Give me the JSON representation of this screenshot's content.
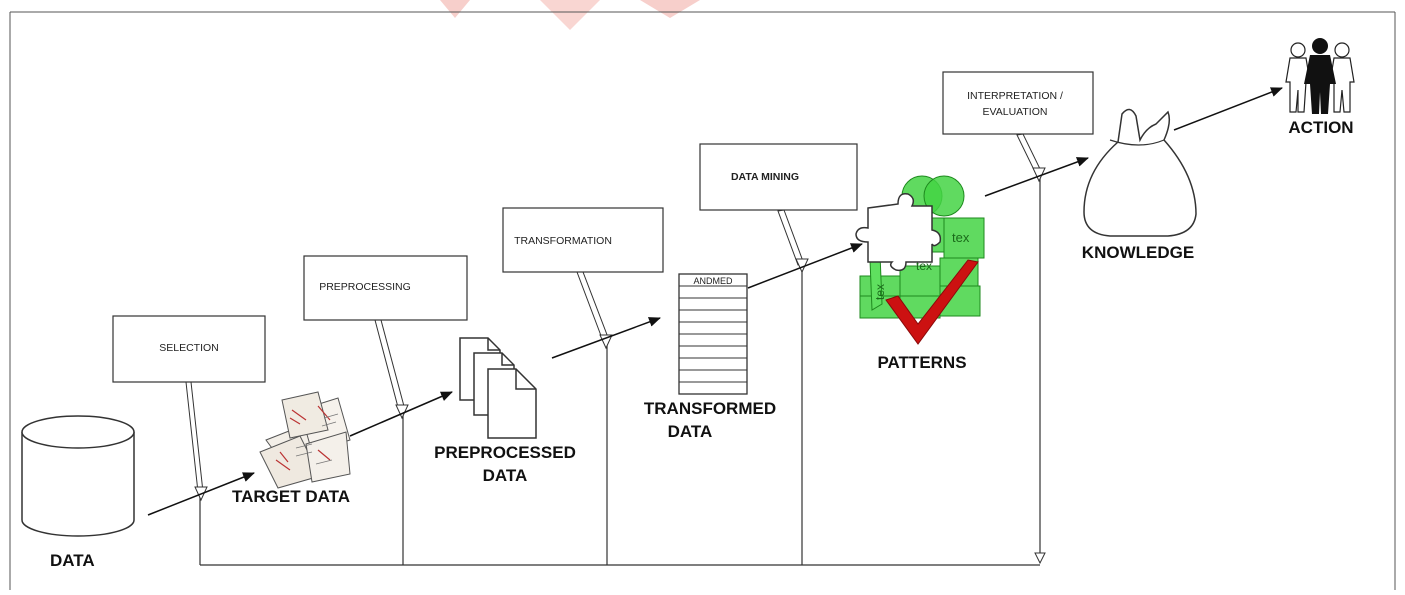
{
  "steps": {
    "selection": "SELECTION",
    "preprocessing": "PREPROCESSING",
    "transformation": "TRANSFORMATION",
    "data_mining": "DATA MINING",
    "interpretation_line1": "INTERPRETATION /",
    "interpretation_line2": "EVALUATION"
  },
  "stages": {
    "data": "DATA",
    "target_data": "TARGET DATA",
    "preprocessed_line1": "PREPROCESSED",
    "preprocessed_line2": "DATA",
    "transformed_line1": "TRANSFORMED",
    "transformed_line2": "DATA",
    "patterns": "PATTERNS",
    "knowledge": "KNOWLEDGE",
    "action": "ACTION"
  },
  "table_header": "ANDMED",
  "cube_text": "tex",
  "colors": {
    "frame": "#444444",
    "pattern_green": "#3fcf3f",
    "check_red": "#cc1111",
    "watermark": "#f4c4c0"
  }
}
